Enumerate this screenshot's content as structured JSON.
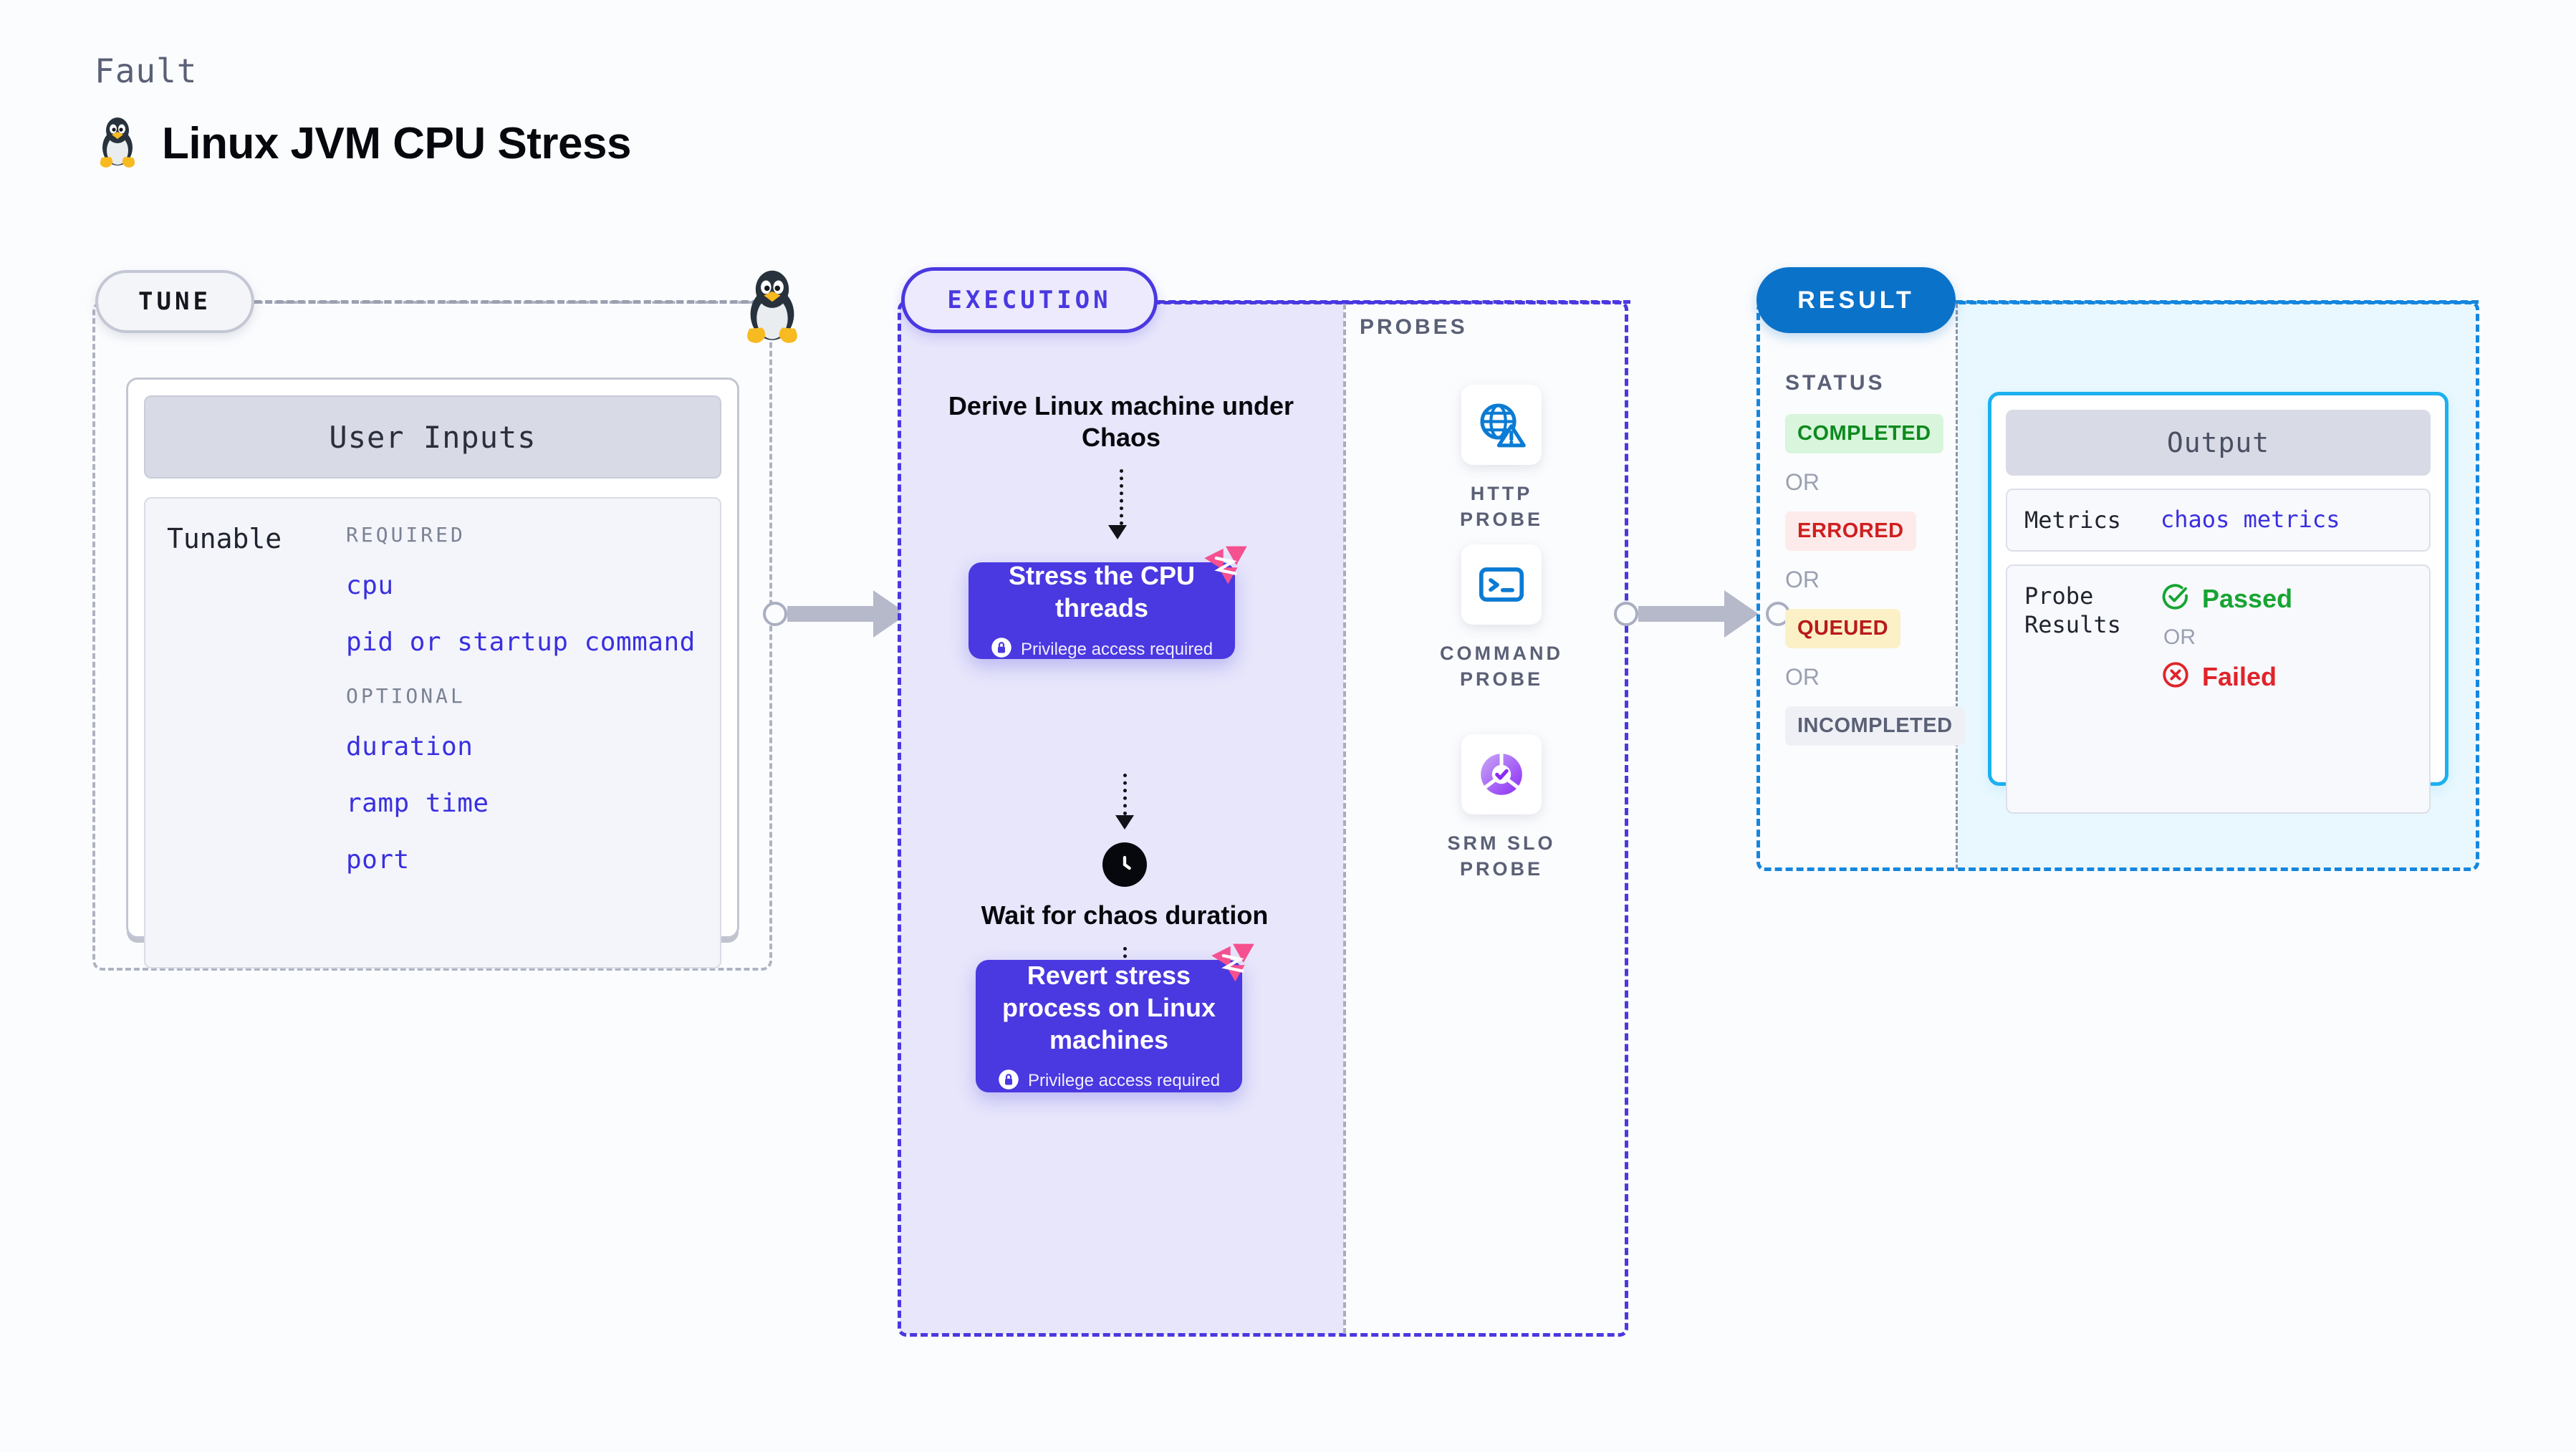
{
  "header": {
    "kicker": "Fault",
    "title": "Linux JVM CPU Stress",
    "icon": "tux-penguin-icon"
  },
  "tune": {
    "badge": "TUNE",
    "card_title": "User Inputs",
    "tunable_label": "Tunable",
    "groups": [
      {
        "title": "REQUIRED",
        "items": [
          "cpu",
          "pid or startup command"
        ]
      },
      {
        "title": "OPTIONAL",
        "items": [
          "duration",
          "ramp time",
          "port"
        ]
      }
    ]
  },
  "execution": {
    "badge": "EXECUTION",
    "nodes": {
      "derive": "Derive Linux machine under Chaos",
      "stress": "Stress the CPU threads",
      "wait": "Wait for chaos duration",
      "revert": "Revert stress process on Linux machines"
    },
    "privilege_note": "Privilege access required",
    "icons": {
      "clock": "clock-icon",
      "lock": "lock-icon",
      "corner": "harness-chaos-logo-icon"
    }
  },
  "probes": {
    "label": "PROBES",
    "items": [
      {
        "name": "HTTP PROBE",
        "icon": "globe-warning-icon"
      },
      {
        "name": "COMMAND PROBE",
        "icon": "terminal-icon"
      },
      {
        "name": "SRM SLO PROBE",
        "icon": "slo-donut-check-icon"
      }
    ]
  },
  "result": {
    "badge": "RESULT",
    "status_label": "STATUS",
    "or_text": "OR",
    "statuses": [
      {
        "label": "COMPLETED",
        "bg": "#d9f5dc",
        "fg": "#0e8a1f"
      },
      {
        "label": "ERRORED",
        "bg": "#fdeaea",
        "fg": "#cf1f1f"
      },
      {
        "label": "QUEUED",
        "bg": "#fcf0c7",
        "fg": "#b81a1a"
      },
      {
        "label": "INCOMPLETED",
        "bg": "#eef0f5",
        "fg": "#5a6076"
      }
    ],
    "output": {
      "title": "Output",
      "metrics_label": "Metrics",
      "metrics_value": "chaos metrics",
      "probe_results_label": "Probe Results",
      "passed": "Passed",
      "failed": "Failed",
      "or_text": "OR",
      "icons": {
        "passed": "check-circle-icon",
        "failed": "x-circle-icon"
      }
    }
  },
  "colors": {
    "indigo": "#4a38e0",
    "blue": "#0b72c9",
    "cyan": "#1bb0ef",
    "pink": "#f5508f",
    "green": "#17a433",
    "red": "#e0242a"
  }
}
